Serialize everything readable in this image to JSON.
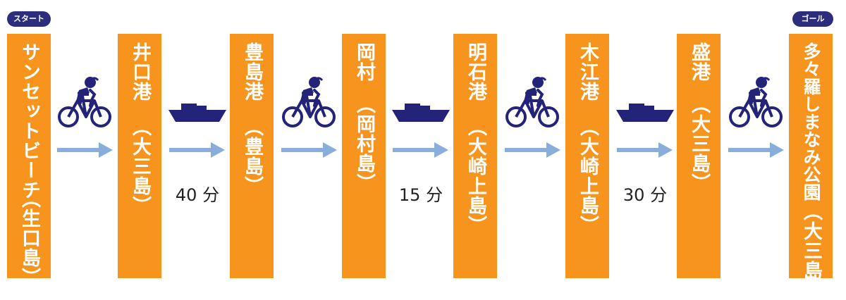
{
  "badges": {
    "start": "スタート",
    "goal": "ゴール"
  },
  "stops": [
    {
      "name": "サンセットビーチ",
      "island": "（生口島）"
    },
    {
      "name": "井口港",
      "island": "（大三島）"
    },
    {
      "name": "豊島港",
      "island": "（豊島）"
    },
    {
      "name": "岡村",
      "island": "（岡村島）"
    },
    {
      "name": "明石港",
      "island": "（大崎上島）"
    },
    {
      "name": "木江港",
      "island": "（大崎上島）"
    },
    {
      "name": "盛港",
      "island": "（大三島）"
    },
    {
      "name": "多々羅しまなみ公園",
      "island": "（大三島）"
    }
  ],
  "segments": [
    {
      "mode": "bicycle-icon",
      "duration": ""
    },
    {
      "mode": "ferry-icon",
      "duration": "40 分"
    },
    {
      "mode": "bicycle-icon",
      "duration": ""
    },
    {
      "mode": "ferry-icon",
      "duration": "15 分"
    },
    {
      "mode": "bicycle-icon",
      "duration": ""
    },
    {
      "mode": "ferry-icon",
      "duration": "30 分"
    },
    {
      "mode": "bicycle-icon",
      "duration": ""
    }
  ],
  "colors": {
    "stop": "#f7941d",
    "badge": "#2d2d7d",
    "icon": "#23237a",
    "arrow": "#8aaedc"
  }
}
